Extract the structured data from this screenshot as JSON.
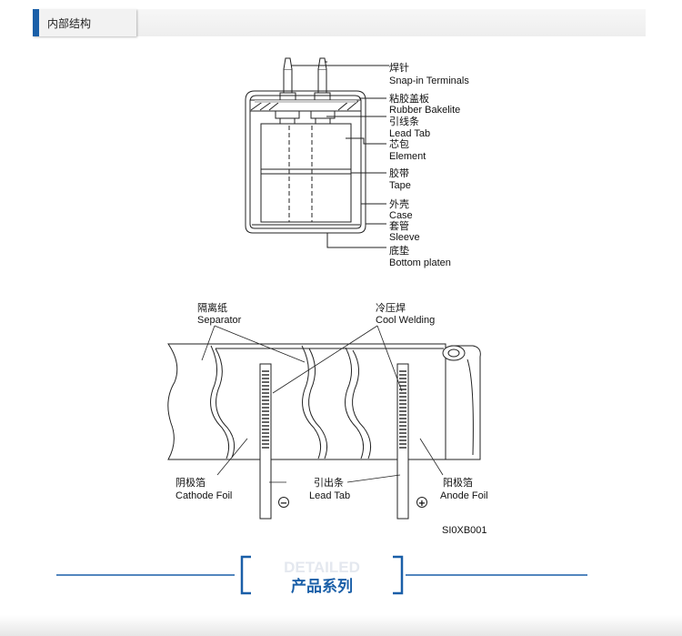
{
  "header": {
    "title": "内部结构"
  },
  "capacitor": {
    "labels": [
      {
        "cn": "焊针",
        "en": "Snap-in Terminals"
      },
      {
        "cn": "粘胶盖板",
        "en": "Rubber Bakelite"
      },
      {
        "cn": "引线条",
        "en": "Lead Tab"
      },
      {
        "cn": "芯包",
        "en": "Element"
      },
      {
        "cn": "胶带",
        "en": "Tape"
      },
      {
        "cn": "外壳",
        "en": "Case"
      },
      {
        "cn": "套管",
        "en": "Sleeve"
      },
      {
        "cn": "底垫",
        "en": "Bottom platen"
      }
    ]
  },
  "winding": {
    "separator": {
      "cn": "隔离纸",
      "en": "Separator"
    },
    "cool_welding": {
      "cn": "冷压焊",
      "en": "Cool  Welding"
    },
    "cathode": {
      "cn": "阴极箔",
      "en": "Cathode Foil"
    },
    "lead_tab": {
      "cn": "引出条",
      "en": "Lead Tab"
    },
    "anode": {
      "cn": "阳极箔",
      "en": "Anode Foil"
    },
    "code": "SI0XB001",
    "minus": "−",
    "plus": "+"
  },
  "footer": {
    "en": "DETAILED",
    "cn": "产品系列"
  },
  "colors": {
    "accent": "#1a5fa8"
  }
}
